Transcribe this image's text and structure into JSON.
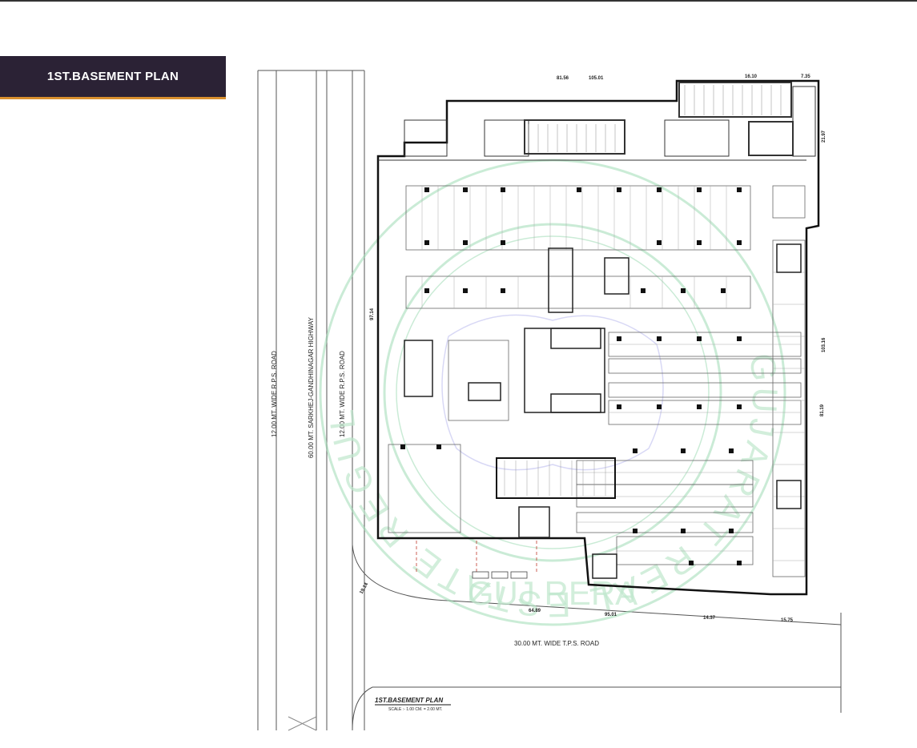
{
  "banner": {
    "title": "1ST.BASEMENT PLAN"
  },
  "roads": {
    "left_1": "12.00 MT. WIDE R.P.S. ROAD",
    "highway": "60.00 MT. SARKHEJ-GANDHINAGAR HIGHWAY",
    "left_2": "12.00 MT. WIDE R.P.S. ROAD",
    "bottom": "30.00 MT. WIDE T.P.S. ROAD"
  },
  "dimensions": {
    "top_1": "81.56",
    "top_2": "105.01",
    "top_3": "16.10",
    "top_4": "7.35",
    "right_1": "21.97",
    "right_2": "103.16",
    "right_3": "81.19",
    "left_side": "97.14",
    "bottom_1": "64.89",
    "bottom_2": "95.01",
    "bottom_3": "14.37",
    "bottom_4": "15.75",
    "bottom_left": "19.14"
  },
  "plan_caption": {
    "title": "1ST.BASEMENT PLAN",
    "scale": "SCALE :- 1.00 CM. = 2.00 MT."
  },
  "watermark": {
    "ring_text": "GUJARAT REAL ESTATE REGULATORY AUTHORITY",
    "center_text": "GUJ RERA"
  },
  "colors": {
    "banner_bg": "#2b2235",
    "banner_accent": "#d9902f",
    "watermark": "#7fcf9e"
  }
}
